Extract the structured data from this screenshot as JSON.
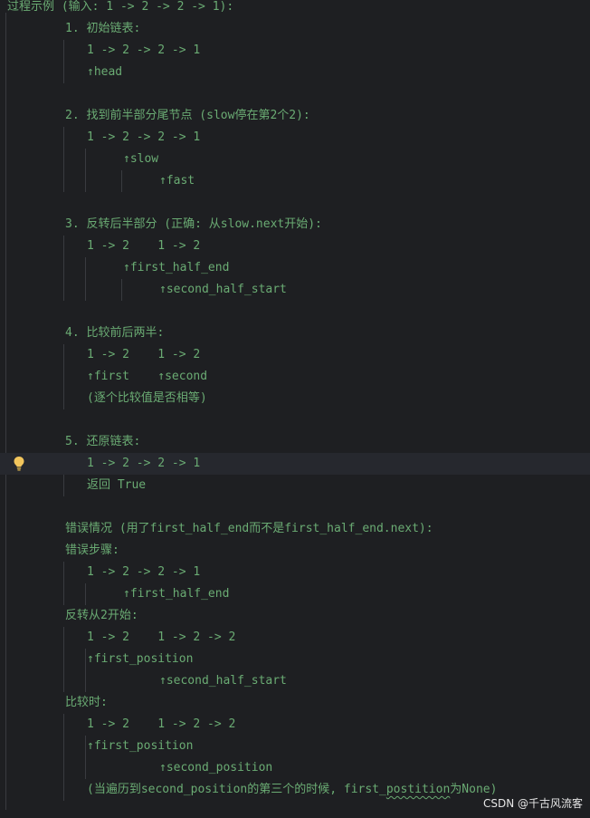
{
  "lines": [
    "过程示例 (输入: 1 -> 2 -> 2 -> 1):",
    "1. 初始链表:",
    "1 -> 2 -> 2 -> 1",
    "↑head",
    "2. 找到前半部分尾节点 (slow停在第2个2):",
    "1 -> 2 -> 2 -> 1",
    "↑slow",
    "↑fast",
    "3. 反转后半部分 (正确: 从slow.next开始):",
    "1 -> 2    1 -> 2",
    "↑first_half_end",
    "↑second_half_start",
    "4. 比较前后两半:",
    "1 -> 2    1 -> 2",
    "↑first    ↑second",
    "(逐个比较值是否相等)",
    "5. 还原链表:",
    "1 -> 2 -> 2 -> 1",
    "返回 True",
    "错误情况 (用了first_half_end而不是first_half_end.next):",
    "错误步骤:",
    "1 -> 2 -> 2 -> 1",
    "↑first_half_end",
    "反转从2开始:",
    "1 -> 2    1 -> 2 -> 2",
    "↑first_position",
    "↑second_half_start",
    "比较时:",
    "1 -> 2    1 -> 2 -> 2",
    "↑first_position",
    "↑second_position",
    "(当遍历到second_position的第三个的时候, first_",
    "postition",
    "为None)"
  ],
  "watermark": "CSDN @千古风流客",
  "icons": {
    "gutter": "lightbulb-icon"
  },
  "colors": {
    "background": "#1e1f22",
    "text": "#6aab73",
    "current_line": "#26282e",
    "indent_guide": "#393b40",
    "bulb": "#f2c55c"
  }
}
